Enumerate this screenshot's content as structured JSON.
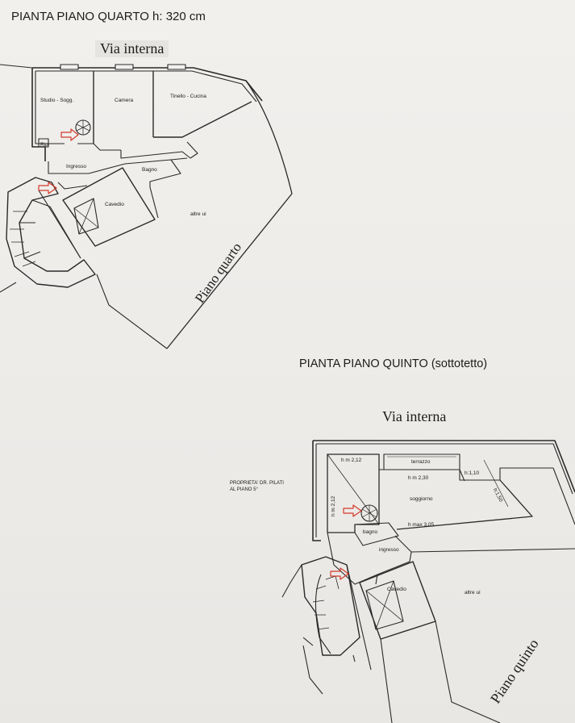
{
  "floor4": {
    "title": "PIANTA PIANO QUARTO h: 320 cm",
    "street": "Via interna",
    "floor_label": "Piano quarto",
    "rooms": {
      "studio": "Studio - Sogg.",
      "camera": "Camera",
      "tinello": "Tinello - Cucina",
      "rip": "Rip",
      "ingresso": "Ingresso",
      "bagno": "Bagno",
      "cavedio": "Cavedio",
      "altre": "altre ui"
    }
  },
  "floor5": {
    "title": "PIANTA PIANO QUINTO (sottotetto)",
    "street": "Via interna",
    "floor_label": "Piano quinto",
    "owner_note": [
      "PROPRIETA' DR. PILATI",
      "AL PIANO 5°"
    ],
    "rooms": {
      "terrazzo": "terrazzo",
      "soggiorno": "soggiorno",
      "bagno": "bagno",
      "ingresso": "ingresso",
      "cavedio": "Cavedio",
      "altre": "altre ui"
    },
    "heights": {
      "hm212": "h m 2,12",
      "hm230": "h m 2,30",
      "h110": "h:1,10",
      "h150": "h:1,50",
      "hmax": "h max 3,05",
      "hm212v": "h m 2,12"
    }
  },
  "colors": {
    "line": "#2a2a2a",
    "arrow": "#d23a2a",
    "paper": "#efedea"
  },
  "icons": [
    "spiral-stair-icon",
    "red-arrow-icon"
  ]
}
